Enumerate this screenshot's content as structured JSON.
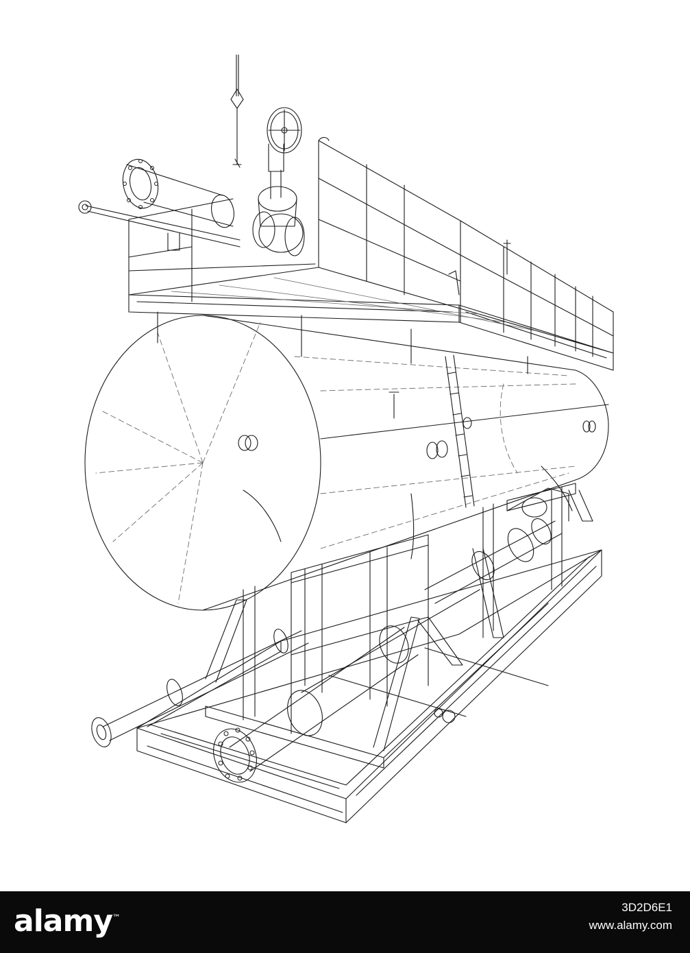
{
  "footer": {
    "logo_text": "alamy",
    "logo_mark": "™",
    "image_id": "3D2D6E1",
    "url": "www.alamy.com"
  },
  "colors": {
    "line": "#1a1a1a",
    "dashed": "#6a6a6a",
    "footer_bg": "#0a0a0a",
    "footer_text": "#ffffff"
  },
  "drawing": {
    "subject": "wireframe-industrial-horizontal-tank"
  }
}
